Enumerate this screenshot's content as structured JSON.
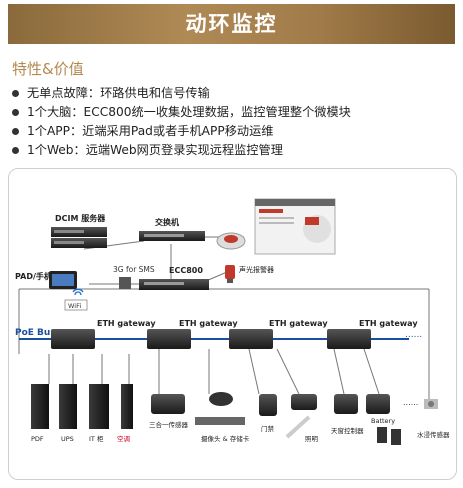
{
  "banner": {
    "title": "动环监控"
  },
  "section": {
    "title": "特性&价值"
  },
  "features": [
    "无单点故障：环路供电和信号传输",
    "1个大脑：ECC800统一收集处理数据，监控管理整个微模块",
    "1个APP：近端采用Pad或者手机APP移动运维",
    "1个Web：远端Web网页登录实现远程监控管理"
  ],
  "diagram": {
    "dcim_label": "DCIM 服务器",
    "switch_label": "交换机",
    "pad_label": "PAD/手机",
    "wifi_label": "WiFi",
    "sms_label": "3G for SMS",
    "ecc_label": "ECC800",
    "alarm_label": "声光报警器",
    "poe_label": "PoE Bus",
    "gateway_label": "ETH gateway",
    "pdf_label": "PDF",
    "ups_label": "UPS",
    "it_label": "IT 柜",
    "ac_label": "空调",
    "sensor3_label": "三合一传感器",
    "camera_label": "摄像头 & 存储卡",
    "door_label": "门禁",
    "light_label": "照明",
    "skylight_label": "天窗控制器",
    "battery_label": "Battery",
    "water_label": "水浸传感器",
    "dots": "......",
    "colors": {
      "bus": "#1a4fa0",
      "ac_label": "#d0021b",
      "dark": "#2a2a2a"
    }
  }
}
